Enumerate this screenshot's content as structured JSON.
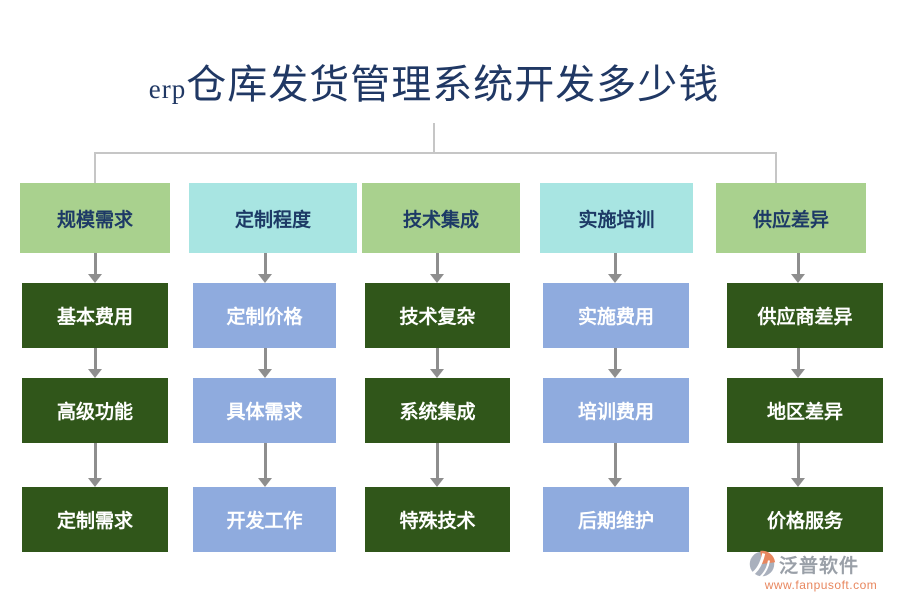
{
  "title": {
    "prefix": "erp",
    "text": "仓库发货管理系统开发多少钱"
  },
  "columns": [
    {
      "header": "规模需求",
      "theme": "green",
      "children": [
        "基本费用",
        "高级功能",
        "定制需求"
      ]
    },
    {
      "header": "定制程度",
      "theme": "cyan",
      "children": [
        "定制价格",
        "具体需求",
        "开发工作"
      ]
    },
    {
      "header": "技术集成",
      "theme": "green",
      "children": [
        "技术复杂",
        "系统集成",
        "特殊技术"
      ]
    },
    {
      "header": "实施培训",
      "theme": "cyan",
      "children": [
        "实施费用",
        "培训费用",
        "后期维护"
      ]
    },
    {
      "header": "供应差异",
      "theme": "green",
      "children": [
        "供应商差异",
        "地区差异",
        "价格服务"
      ]
    }
  ],
  "watermark": {
    "name": "泛普软件",
    "url": "www.fanpusoft.com"
  },
  "colors": {
    "title": "#203864",
    "header_green": "#a9d18e",
    "header_cyan": "#a8e5e2",
    "child_dark_green": "#30561a",
    "child_blue": "#8fabde",
    "connector_line": "#c6c6c6",
    "arrow": "#8e8e8e",
    "watermark_gray": "#9aa0a8",
    "watermark_orange": "#e8875f"
  }
}
